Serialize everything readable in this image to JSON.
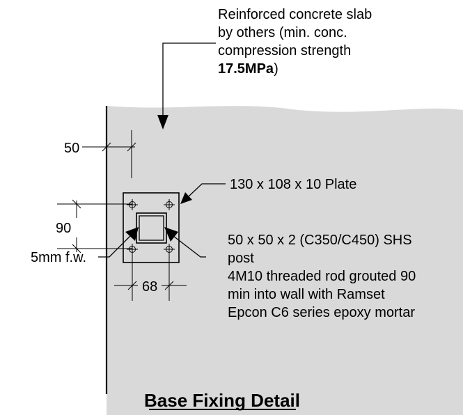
{
  "colors": {
    "slab_fill": "#d9d9d9",
    "line": "#000000",
    "background": "#ffffff"
  },
  "notes": {
    "slab_line1": "Reinforced concrete slab",
    "slab_line2": "by others (min. conc.",
    "slab_line3": "compression strength",
    "slab_strength": "17.5MPa",
    "slab_close": ")",
    "plate": "130 x 108 x 10 Plate",
    "post_line1": "50 x 50 x 2 (C350/C450) SHS",
    "post_line2": "post",
    "rod_line1": "4M10 threaded rod grouted 90",
    "rod_line2": "min into wall with Ramset",
    "rod_line3": "Epcon C6 series epoxy mortar",
    "weld": "5mm f.w."
  },
  "dimensions": {
    "edge": "50",
    "vertical": "90",
    "horizontal": "68"
  },
  "title": "Base Fixing Detail"
}
